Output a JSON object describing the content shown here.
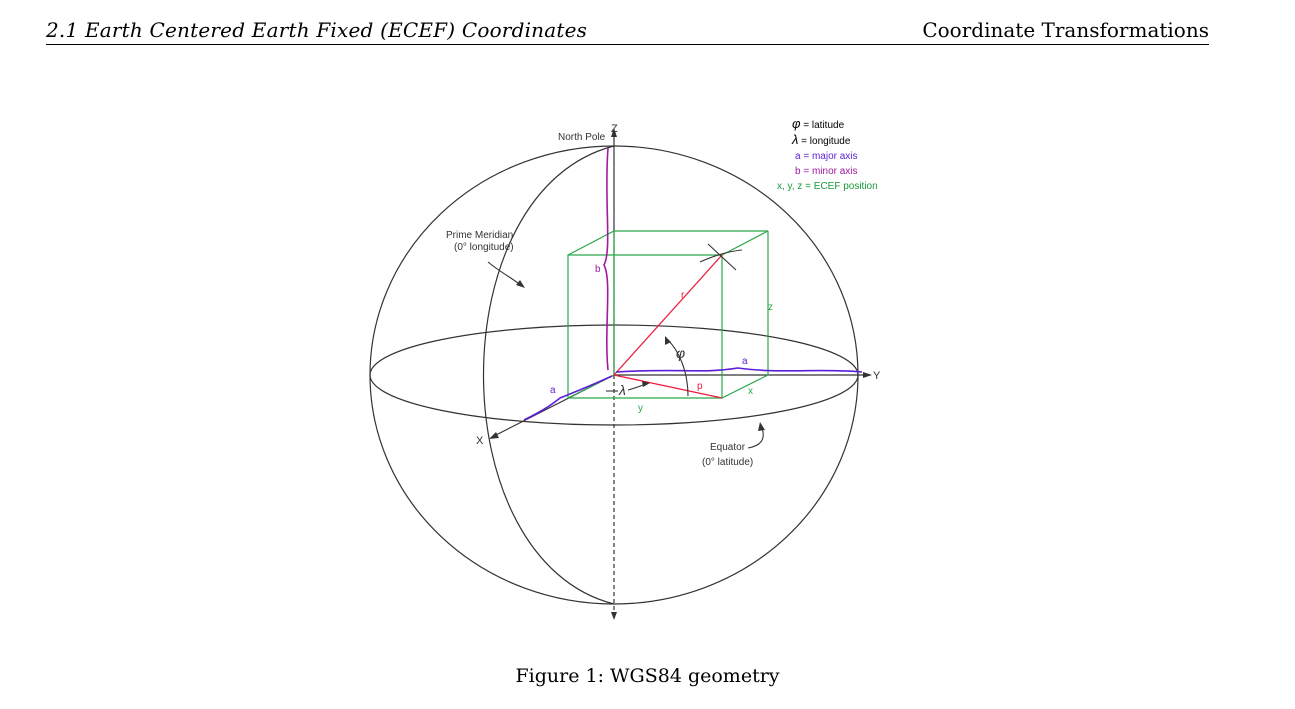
{
  "header": {
    "section": "2.1   Earth Centered Earth Fixed (ECEF) Coordinates",
    "chapter": "Coordinate Transformations"
  },
  "figure": {
    "caption": "Figure 1:  WGS84 geometry",
    "labels": {
      "z_axis": "Z",
      "y_axis": "Y",
      "x_axis": "X",
      "north_pole": "North Pole",
      "prime_meridian": "Prime Meridian",
      "prime_meridian_sub": "(0° longitude)",
      "equator": "Equator",
      "equator_sub": "(0° latitude)",
      "b": "b",
      "r": "r",
      "z": "z",
      "phi": "φ",
      "lambda": "λ",
      "p": "p",
      "a_right": "a",
      "a_left": "a",
      "x": "x",
      "y": "y"
    },
    "legend": [
      {
        "symbol": "φ",
        "text": " = latitude",
        "color": "#000000"
      },
      {
        "symbol": "λ",
        "text": " = longitude",
        "color": "#000000"
      },
      {
        "symbol": "",
        "text": "a = major axis",
        "color": "#5a1fd6"
      },
      {
        "symbol": "",
        "text": "b = minor axis",
        "color": "#a01aa0"
      },
      {
        "symbol": "",
        "text": "x, y, z = ECEF position",
        "color": "#1a9a3a"
      }
    ],
    "colors": {
      "box": "#2aa84a",
      "radius": "#ee1b3b",
      "major": "#5a1fd6",
      "minor": "#a01aa0",
      "outline": "#333333"
    }
  }
}
